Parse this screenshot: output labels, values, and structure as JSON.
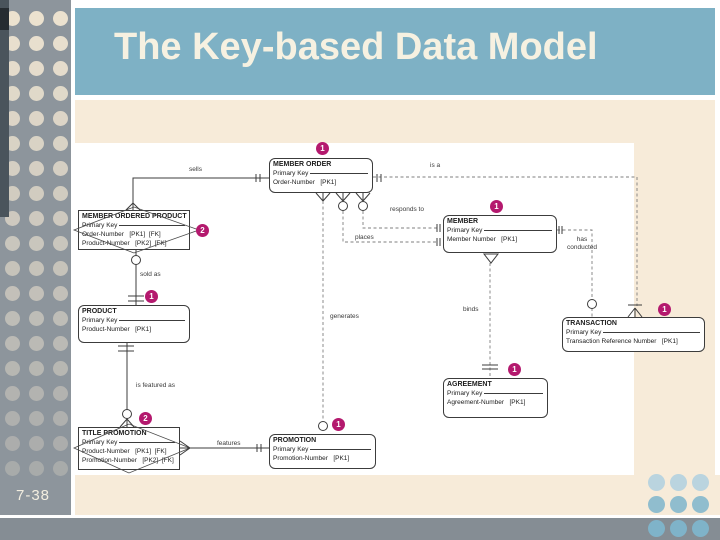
{
  "slide": {
    "title": "The Key-based Data Model",
    "page_number": "7-38"
  },
  "colors": {
    "title_bar": "#7eb1c5",
    "band": "#f7ebd9",
    "panel": "#8d959c",
    "panel_edge": "#4a545c",
    "panel_edge_dark": "#262c31",
    "bottom_bar": "#858d94",
    "panel_dot": "#f1e6d2",
    "badge": "#b4196e",
    "corner_dot_rows": [
      "#bad4df",
      "#90bdce",
      "#7fb3c9"
    ]
  },
  "diagram": {
    "entities": [
      {
        "name": "MEMBER ORDER",
        "pk": "Primary Key",
        "attrs": [
          "Order-Number   [PK1]"
        ],
        "badge": "1"
      },
      {
        "name": "MEMBER ORDERED PRODUCT",
        "pk": "Primary Key",
        "attrs": [
          "Order-Number   [PK1]  [FK]",
          "Product-Number   [PK2]  [FK]"
        ],
        "badge": "2"
      },
      {
        "name": "PRODUCT",
        "pk": "Primary Key",
        "attrs": [
          "Product-Number   [PK1]"
        ],
        "badge": "1"
      },
      {
        "name": "TITLE PROMOTION",
        "pk": "Primary Key",
        "attrs": [
          "Product-Number   [PK1]  [FK]",
          "Promotion-Number   [PK2]  [FK]"
        ],
        "badge": "2"
      },
      {
        "name": "PROMOTION",
        "pk": "Primary Key",
        "attrs": [
          "Promotion-Number   [PK1]"
        ],
        "badge": "1"
      },
      {
        "name": "MEMBER",
        "pk": "Primary Key",
        "attrs": [
          "Member Number   [PK1]"
        ],
        "badge": "1"
      },
      {
        "name": "TRANSACTION",
        "pk": "Primary Key",
        "attrs": [
          "Transaction Reference Number   [PK1]"
        ],
        "badge": "1"
      },
      {
        "name": "AGREEMENT",
        "pk": "Primary Key",
        "attrs": [
          "Agreement-Number   [PK1]"
        ],
        "badge": "1"
      }
    ],
    "labels": {
      "sells": "sells",
      "is_a": "is a",
      "responds_to": "responds to",
      "places": "places",
      "generates": "generates",
      "binds": "binds",
      "has_conducted": "has conducted",
      "sold_as": "sold as",
      "is_featured_as": "is featured as",
      "features": "features"
    }
  }
}
